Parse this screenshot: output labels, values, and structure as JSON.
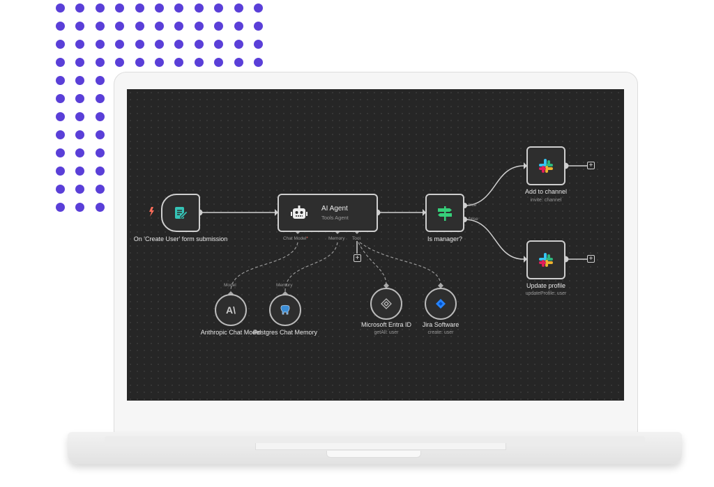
{
  "workflow": {
    "trigger": {
      "label": "On 'Create User' form submission"
    },
    "agent": {
      "label": "AI Agent",
      "sub": "Tools Agent",
      "ports": [
        "Chat Model",
        "Memory",
        "Tool"
      ],
      "required_mark": "*"
    },
    "if": {
      "label": "Is manager?",
      "true": "true",
      "false": "false"
    },
    "add": {
      "label": "Add to channel",
      "sub": "invite: channel"
    },
    "update": {
      "label": "Update profile",
      "sub": "updateProfile: user"
    },
    "anthropic": {
      "label": "Anthropic Chat Model",
      "port": "Model"
    },
    "postgres": {
      "label": "Postgres Chat Memory",
      "port": "Memory"
    },
    "entra": {
      "label": "Microsoft Entra ID",
      "sub": "getAll: user"
    },
    "jira": {
      "label": "Jira Software",
      "sub": "create: user"
    },
    "plus": "+"
  },
  "colors": {
    "accent": "#5a3fd8",
    "canvas": "#262626"
  }
}
